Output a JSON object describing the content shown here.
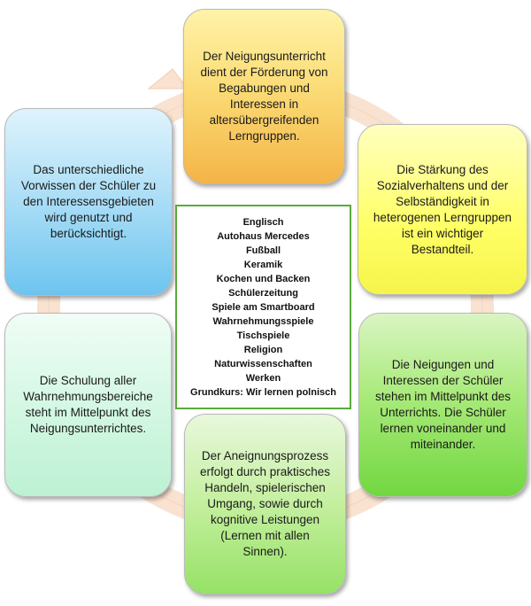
{
  "boxes": {
    "top": "Der Neigungsunterricht dient der Förderung von Begabungen und Interessen in altersübergreifenden Lerngruppen.",
    "right_top": "Die Stärkung des Sozialverhaltens und der Selbständigkeit in heterogenen Lerngruppen ist ein wichtiger Bestandteil.",
    "right_bottom": "Die Neigungen und Interessen der Schüler stehen im Mittelpunkt des Unterrichts. Die Schüler lernen voneinander und miteinander.",
    "bottom": "Der Aneignungsprozess erfolgt durch praktisches Handeln, spielerischen Umgang, sowie durch kognitive Leistungen (Lernen mit allen Sinnen).",
    "left_bottom": "Die Schulung aller Wahrnehmungsbereiche steht im Mittelpunkt des Neigungsunterrichtes.",
    "left_top": "Das unterschiedliche Vorwissen der Schüler zu den Interessensgebieten wird genutzt und berücksichtigt."
  },
  "center_list": [
    "Englisch",
    "Autohaus Mercedes",
    "Fußball",
    "Keramik",
    "Kochen und Backen",
    "Schülerzeitung",
    "Spiele am Smartboard",
    "Wahrnehmungsspiele",
    "Tischspiele",
    "Religion",
    "Naturwissenschaften",
    "Werken",
    "Grundkurs: Wir lernen polnisch"
  ],
  "colors": {
    "ring": "#fbe6d6",
    "center_border": "#5aaa3a"
  }
}
